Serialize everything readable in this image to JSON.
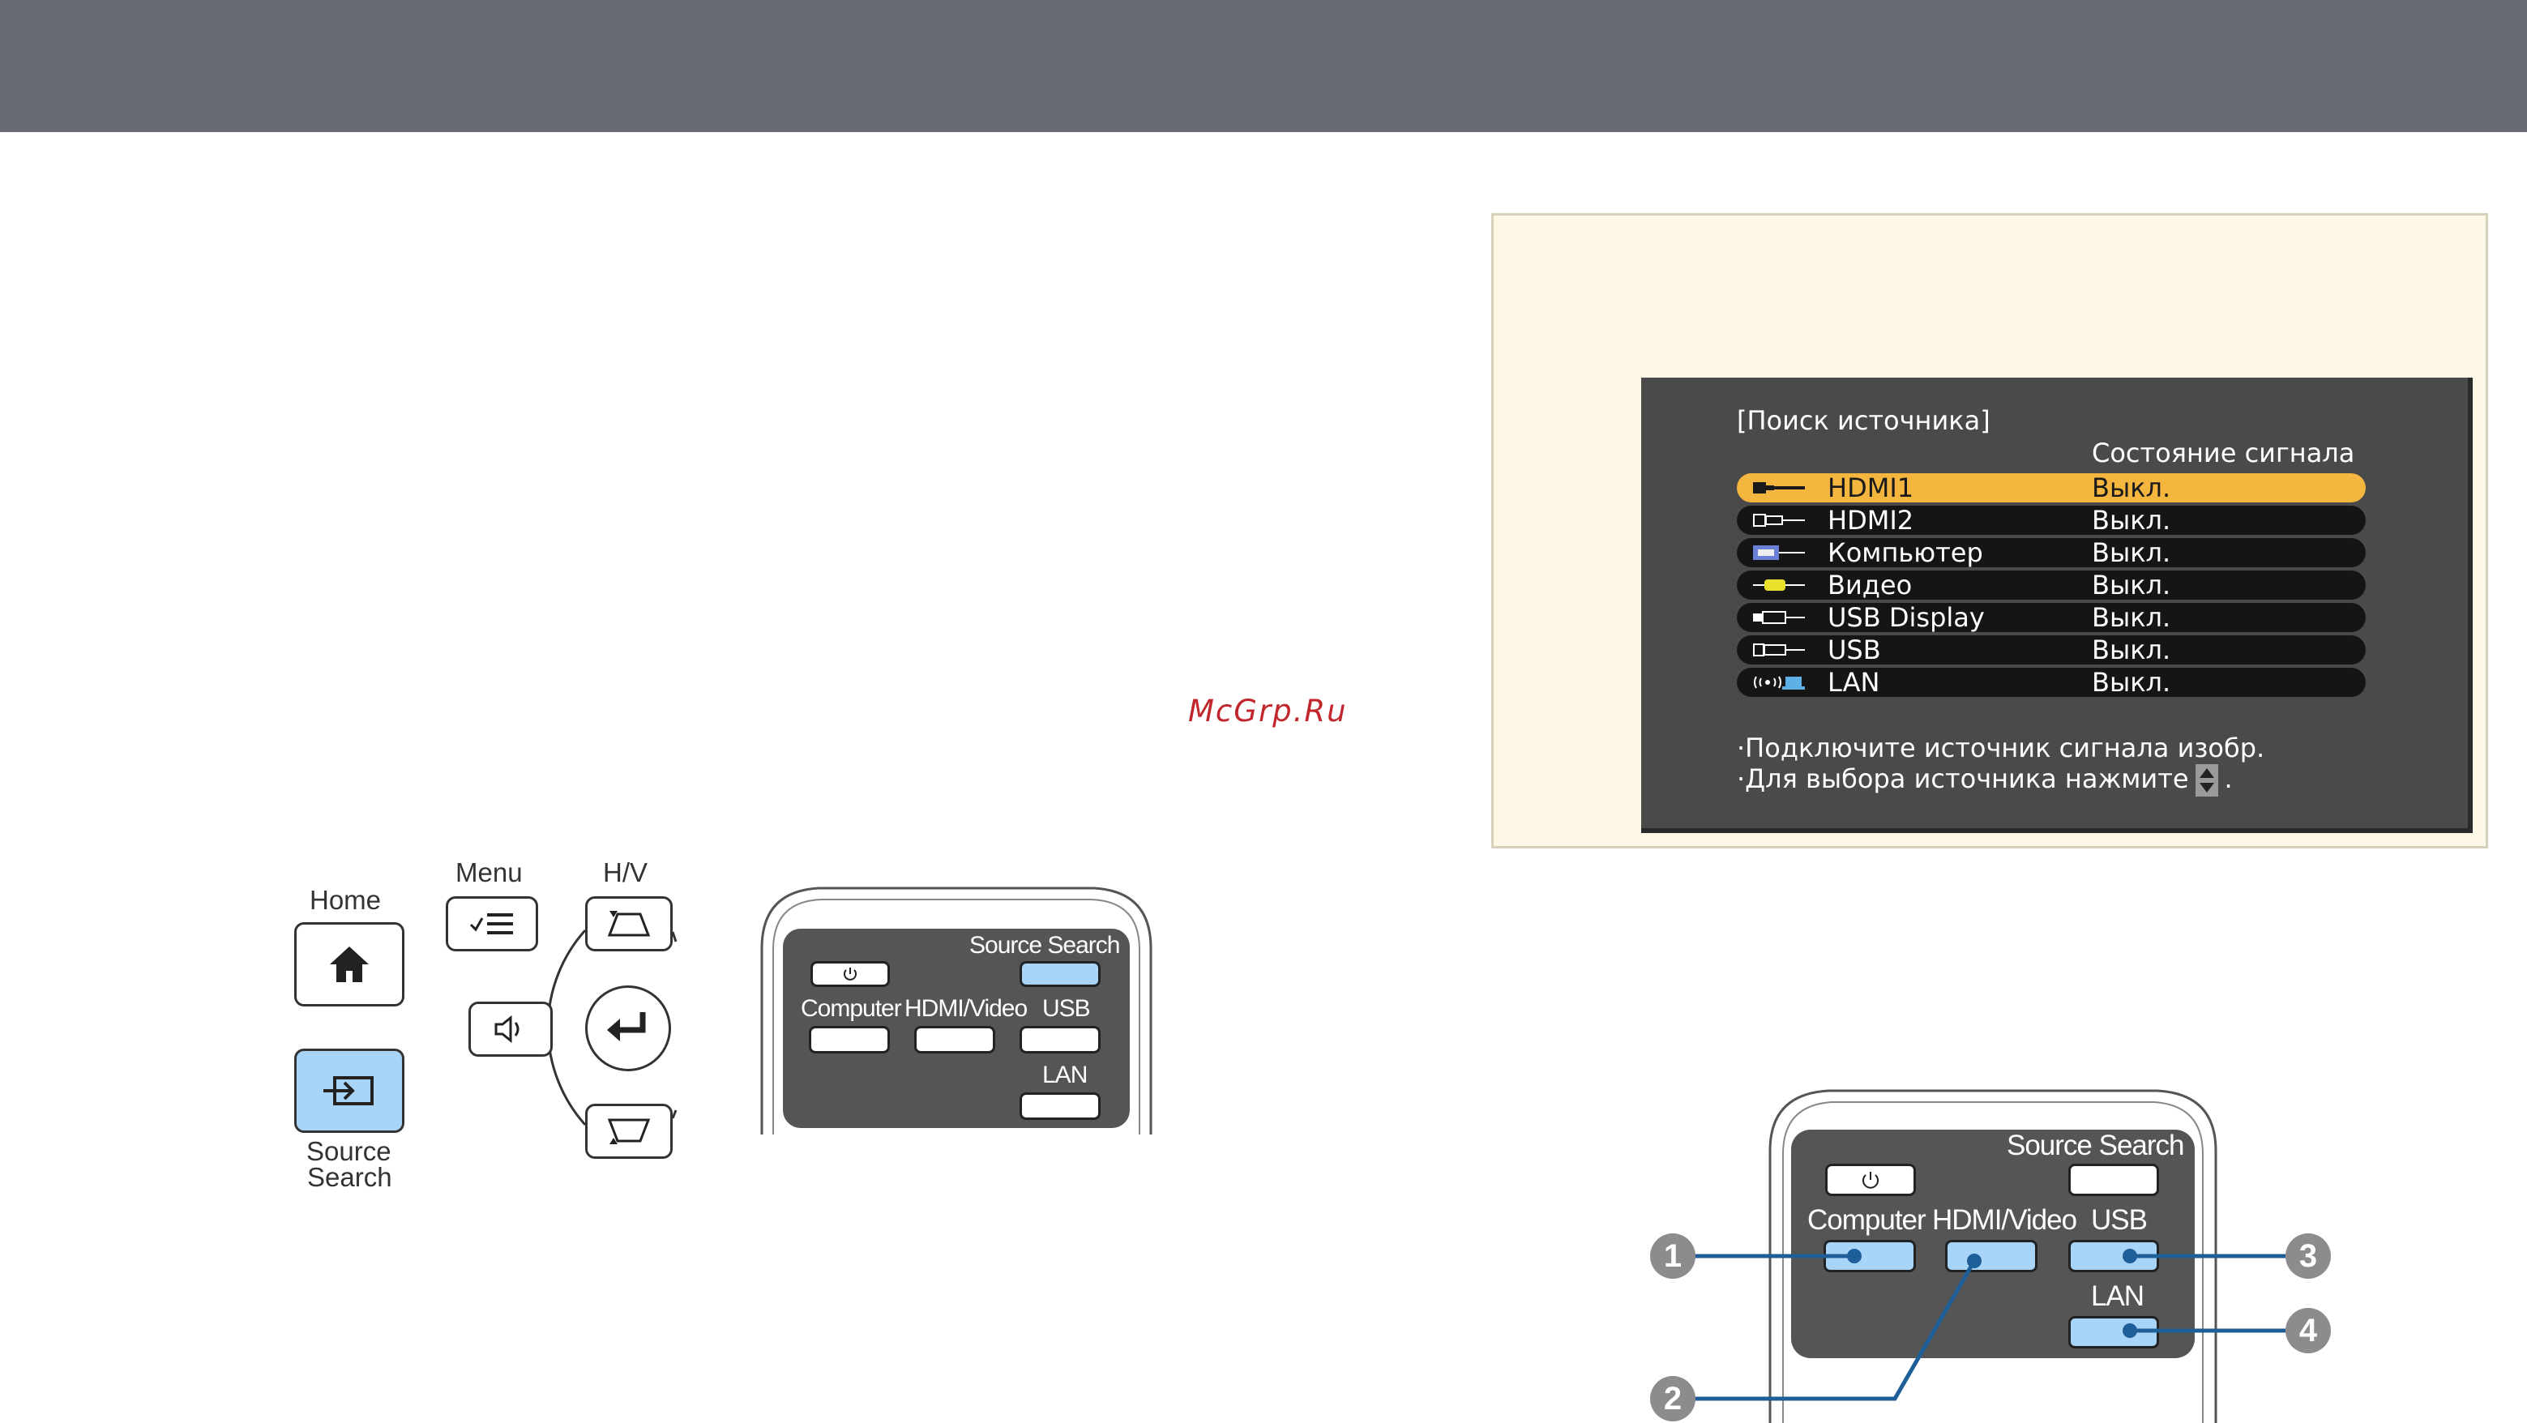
{
  "watermark": "McGrp.Ru",
  "source_search_screen": {
    "title": "[Поиск источника]",
    "signal_header": "Состояние сигнала",
    "rows": [
      {
        "icon": "hdmi-icon",
        "name": "HDMI1",
        "state": "Выкл.",
        "selected": true
      },
      {
        "icon": "hdmi-icon",
        "name": "HDMI2",
        "state": "Выкл.",
        "selected": false
      },
      {
        "icon": "vga-icon",
        "name": "Компьютер",
        "state": "Выкл.",
        "selected": false
      },
      {
        "icon": "rca-icon",
        "name": "Видео",
        "state": "Выкл.",
        "selected": false
      },
      {
        "icon": "usb-icon",
        "name": "USB Display",
        "state": "Выкл.",
        "selected": false
      },
      {
        "icon": "usb-icon",
        "name": "USB",
        "state": "Выкл.",
        "selected": false
      },
      {
        "icon": "wireless-lan-icon",
        "name": "LAN",
        "state": "Выкл.",
        "selected": false
      }
    ],
    "message_1": "·Подключите источник сигнала изобр.",
    "message_2_prefix": "·Для выбора источника нажмите",
    "message_2_suffix": "."
  },
  "control_panel": {
    "home_label": "Home",
    "menu_label": "Menu",
    "hv_label": "H/V",
    "source_label_1": "Source",
    "source_label_2": "Search"
  },
  "remote_small": {
    "source_search": "Source Search",
    "computer": "Computer",
    "hdmi_video": "HDMI/Video",
    "usb": "USB",
    "lan": "LAN"
  },
  "remote_large": {
    "source_search": "Source Search",
    "computer": "Computer",
    "hdmi_video": "HDMI/Video",
    "usb": "USB",
    "lan": "LAN",
    "callouts": [
      "1",
      "2",
      "3",
      "4"
    ]
  },
  "colors": {
    "header": "#676a73",
    "selected_row": "#f4b63f",
    "active_button": "#a8d4f7",
    "leader_line": "#1f5f99"
  }
}
